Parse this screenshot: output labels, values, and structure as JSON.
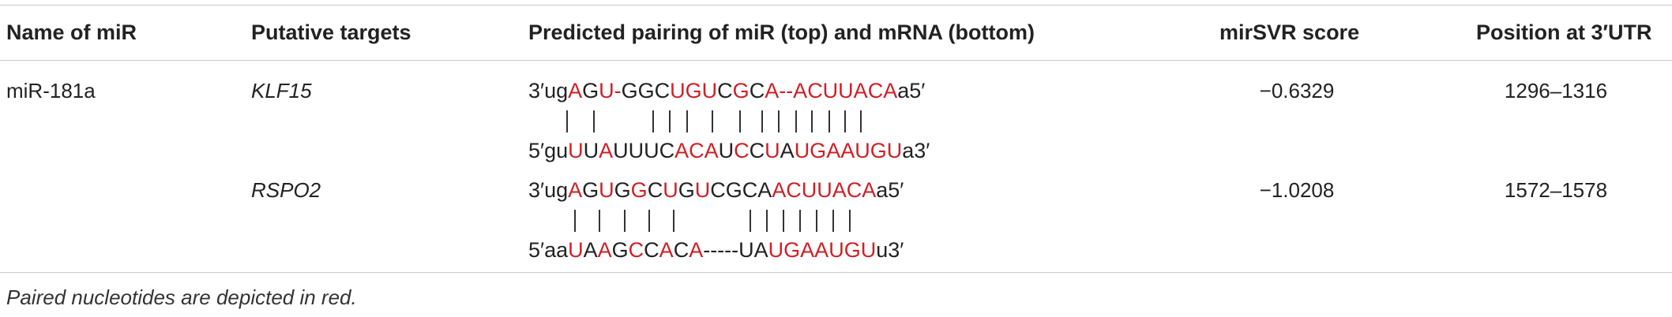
{
  "headers": {
    "name": "Name of miR",
    "targets": "Putative targets",
    "pairing": "Predicted pairing of miR (top) and mRNA (bottom)",
    "score": "mirSVR score",
    "position": "Position at 3′UTR"
  },
  "rows": [
    {
      "name": "miR-181a",
      "target": "KLF15",
      "mir_segments": [
        {
          "t": "3′ug",
          "red": false
        },
        {
          "t": "A",
          "red": true
        },
        {
          "t": "G",
          "red": false
        },
        {
          "t": "U-",
          "red": true
        },
        {
          "t": "GGC",
          "red": false
        },
        {
          "t": "UGU",
          "red": true
        },
        {
          "t": "C",
          "red": false
        },
        {
          "t": "G",
          "red": true
        },
        {
          "t": "C",
          "red": false
        },
        {
          "t": "A--ACUUACA",
          "red": true
        },
        {
          "t": "a5′",
          "red": false
        }
      ],
      "mrna_segments": [
        {
          "t": "5′gu",
          "red": false
        },
        {
          "t": "U",
          "red": true
        },
        {
          "t": "U",
          "red": false
        },
        {
          "t": "A",
          "red": true
        },
        {
          "t": "UUUC",
          "red": false
        },
        {
          "t": "ACA",
          "red": true
        },
        {
          "t": "U",
          "red": false
        },
        {
          "t": "C",
          "red": true
        },
        {
          "t": "C",
          "red": false
        },
        {
          "t": "U",
          "red": true
        },
        {
          "t": "A",
          "red": false
        },
        {
          "t": "UGAAUGU",
          "red": true
        },
        {
          "t": "a3′",
          "red": false
        }
      ],
      "score": "−0.6329",
      "position": "1296–1316"
    },
    {
      "name": "",
      "target": "RSPO2",
      "mir_segments": [
        {
          "t": "3′ug",
          "red": false
        },
        {
          "t": "A",
          "red": true
        },
        {
          "t": "G",
          "red": false
        },
        {
          "t": "U",
          "red": true
        },
        {
          "t": "G",
          "red": false
        },
        {
          "t": "G",
          "red": true
        },
        {
          "t": "C",
          "red": false
        },
        {
          "t": "U",
          "red": true
        },
        {
          "t": "G",
          "red": false
        },
        {
          "t": "U",
          "red": true
        },
        {
          "t": "CGCA",
          "red": false
        },
        {
          "t": "ACUUACA",
          "red": true
        },
        {
          "t": "a5′",
          "red": false
        }
      ],
      "mrna_segments": [
        {
          "t": "5′aa",
          "red": false
        },
        {
          "t": "U",
          "red": true
        },
        {
          "t": "A",
          "red": false
        },
        {
          "t": "A",
          "red": true
        },
        {
          "t": "G",
          "red": false
        },
        {
          "t": "C",
          "red": true
        },
        {
          "t": "C",
          "red": false
        },
        {
          "t": "A",
          "red": true
        },
        {
          "t": "C",
          "red": false
        },
        {
          "t": "A",
          "red": true
        },
        {
          "t": "-----UA",
          "red": false
        },
        {
          "t": "UGAAUGU",
          "red": true
        },
        {
          "t": "u3′",
          "red": false
        }
      ],
      "score": "−1.0208",
      "position": "1572–1578"
    }
  ],
  "footnote": "Paired nucleotides are depicted in red.",
  "colors": {
    "paired": "#d01f26",
    "text": "#222222",
    "rule": "#c8c8c8"
  }
}
